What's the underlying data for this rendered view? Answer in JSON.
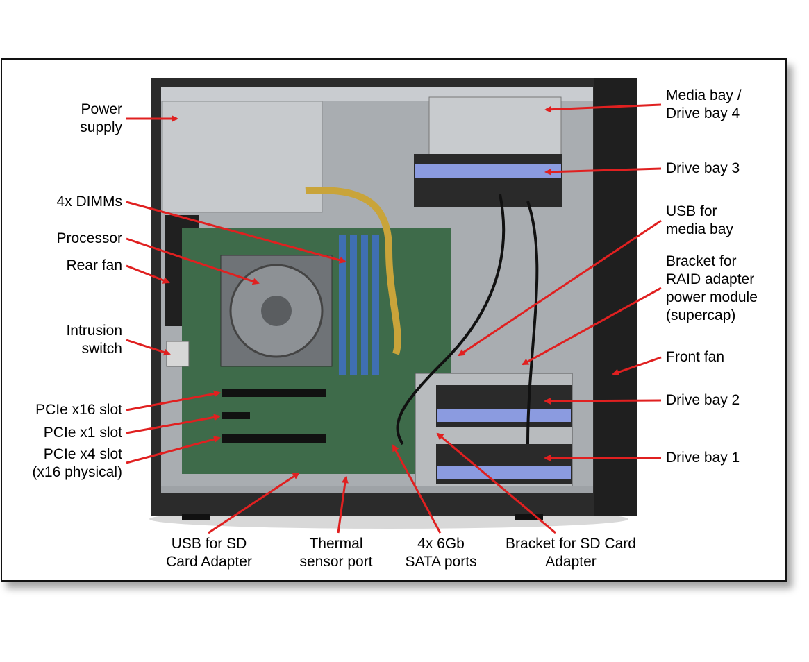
{
  "labels": {
    "power_supply": "Power\nsupply",
    "dimms": "4x DIMMs",
    "processor": "Processor",
    "rear_fan": "Rear fan",
    "intrusion_switch": "Intrusion\nswitch",
    "pcie_x16": "PCIe x16 slot",
    "pcie_x1": "PCIe x1 slot",
    "pcie_x4": "PCIe x4 slot\n(x16 physical)",
    "media_bay": "Media bay /\nDrive bay 4",
    "drive_bay_3": "Drive bay 3",
    "usb_media_bay": "USB for\nmedia bay",
    "raid_bracket": "Bracket for\nRAID adapter\npower module\n(supercap)",
    "front_fan": "Front fan",
    "drive_bay_2": "Drive bay 2",
    "drive_bay_1": "Drive bay 1",
    "usb_sd": "USB for SD\nCard Adapter",
    "thermal": "Thermal\nsensor port",
    "sata": "4x 6Gb\nSATA ports",
    "sd_bracket": "Bracket for SD Card\nAdapter"
  },
  "colors": {
    "arrow": "#e02020",
    "chassis": "#3a3a3a",
    "board": "#3e6b4a",
    "drive_tray": "#8b9be0"
  }
}
